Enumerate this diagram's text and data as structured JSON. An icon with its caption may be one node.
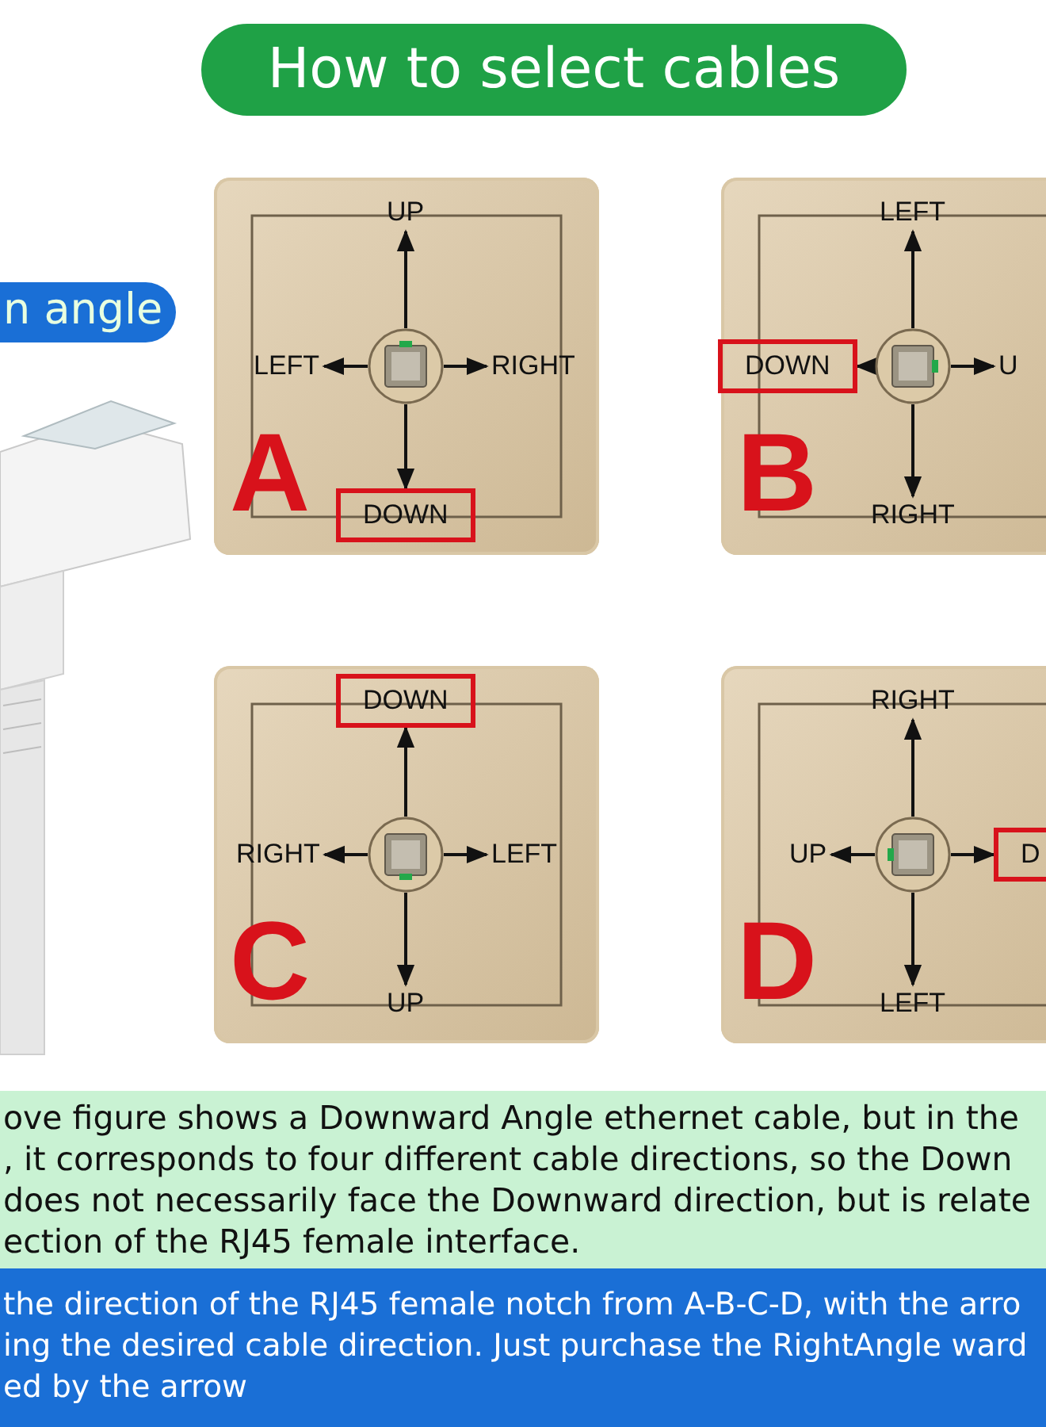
{
  "diagram": {
    "title": "How to select cables",
    "nodes": [
      {
        "text": [
          "A"
        ]
      },
      {
        "text": [],
        "shape": "picture",
        "in": 0
      },
      {
        "text": [
          "UP"
        ],
        "in": 0
      },
      {
        "text": [
          "LEFT"
        ],
        "in": 0
      },
      {
        "text": [
          "RIGHT"
        ],
        "in": 0
      },
      {
        "text": [
          "DOWN"
        ],
        "in": 0
      },
      {
        "text": [
          "B"
        ]
      },
      {
        "text": [],
        "shape": "picture",
        "in": 6
      },
      {
        "text": [
          "LEFT"
        ],
        "in": 6
      },
      {
        "text": [
          "DOWN"
        ],
        "in": 6
      },
      {
        "text": [
          "U"
        ],
        "in": 6
      },
      {
        "text": [
          "RIGHT"
        ],
        "in": 6
      },
      {
        "text": [
          "C"
        ]
      },
      {
        "text": [],
        "shape": "picture",
        "in": 12
      },
      {
        "text": [
          "DOWN"
        ],
        "in": 12
      },
      {
        "text": [
          "RIGHT"
        ],
        "in": 12
      },
      {
        "text": [
          "LEFT"
        ],
        "in": 12
      },
      {
        "text": [
          "UP"
        ],
        "in": 12
      },
      {
        "text": [
          "D"
        ]
      },
      {
        "text": [],
        "shape": "picture",
        "in": 18
      },
      {
        "text": [
          "RIGHT"
        ],
        "in": 18
      },
      {
        "text": [
          "UP"
        ],
        "in": 18
      },
      {
        "text": [
          "D"
        ],
        "in": 18
      },
      {
        "text": [
          "LEFT"
        ],
        "in": 18
      }
    ],
    "edges": [
      {
        "from": 1,
        "to": 2,
        "arrow": "to"
      },
      {
        "from": 1,
        "to": 3,
        "arrow": "to"
      },
      {
        "from": 1,
        "to": 4,
        "arrow": "to"
      },
      {
        "from": 1,
        "to": 5,
        "arrow": "to"
      },
      {
        "from": 7,
        "to": 8,
        "arrow": "to"
      },
      {
        "from": 7,
        "to": 9,
        "arrow": "to"
      },
      {
        "from": 7,
        "to": 10,
        "arrow": "to"
      },
      {
        "from": 7,
        "to": 11,
        "arrow": "to"
      },
      {
        "from": 13,
        "to": 14,
        "arrow": "to"
      },
      {
        "from": 13,
        "to": 15,
        "arrow": "to"
      },
      {
        "from": 13,
        "to": 16,
        "arrow": "to"
      },
      {
        "from": 13,
        "to": 17,
        "arrow": "to"
      },
      {
        "from": 19,
        "to": 20,
        "arrow": "to"
      },
      {
        "from": 19,
        "to": 21,
        "arrow": "to"
      },
      {
        "from": 19,
        "to": 22,
        "arrow": "to"
      },
      {
        "from": 19,
        "to": 23,
        "arrow": "to"
      }
    ],
    "labels": [
      "n angle",
      "ove figure shows a Downward Angle ethernet cable, but in the",
      ", it corresponds to four different cable directions, so the Down",
      "does not necessarily face the Downward direction, but is relate",
      "ection of the RJ45 female interface.",
      "the direction of the RJ45 female notch from A-B-C-D, with the arro",
      "ing the desired cable direction. Just purchase the RightAngle ward",
      "ed by the arrow"
    ]
  }
}
